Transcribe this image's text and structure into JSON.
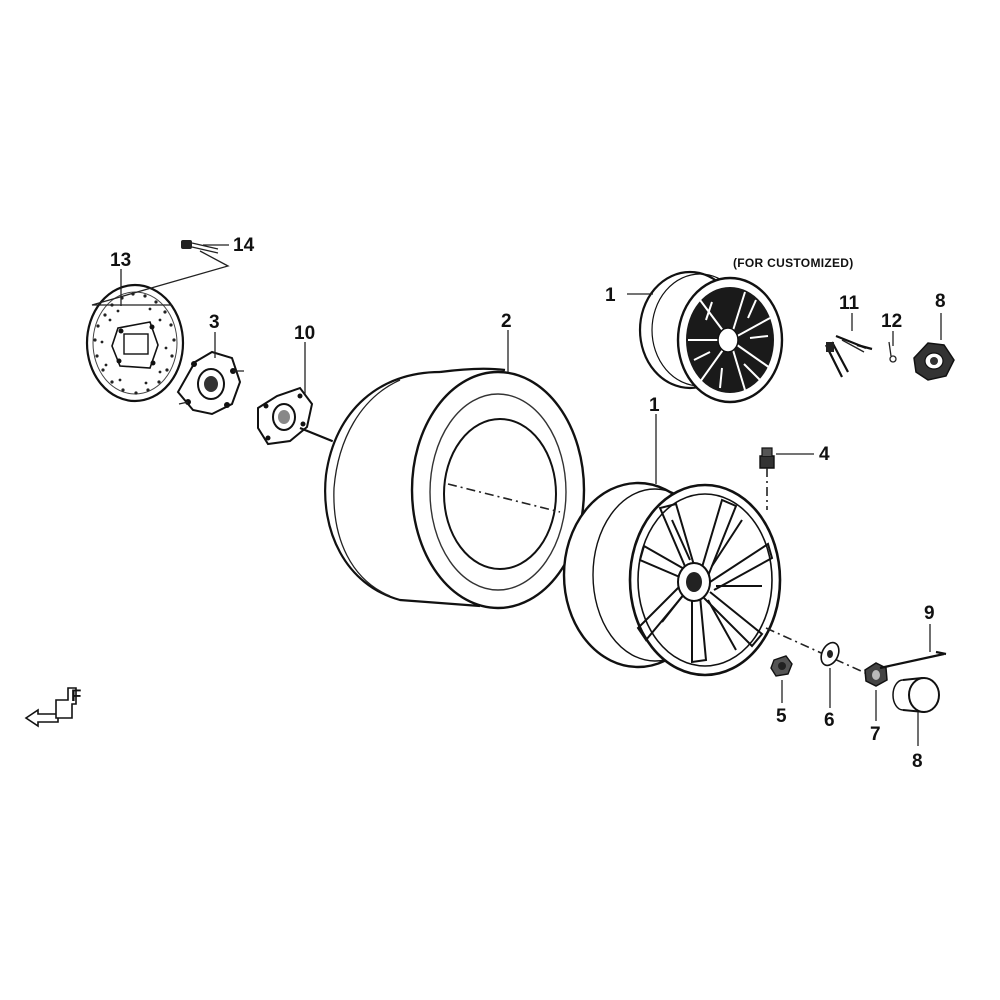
{
  "note": "(FOR CUSTOMIZED)",
  "callouts": {
    "c1a": "1",
    "c1b": "1",
    "c2": "2",
    "c3": "3",
    "c4": "4",
    "c5": "5",
    "c6": "6",
    "c7": "7",
    "c8a": "8",
    "c8b": "8",
    "c9": "9",
    "c10": "10",
    "c11": "11",
    "c12": "12",
    "c13": "13",
    "c14": "14"
  },
  "direction_marker": {
    "letter": "F"
  }
}
